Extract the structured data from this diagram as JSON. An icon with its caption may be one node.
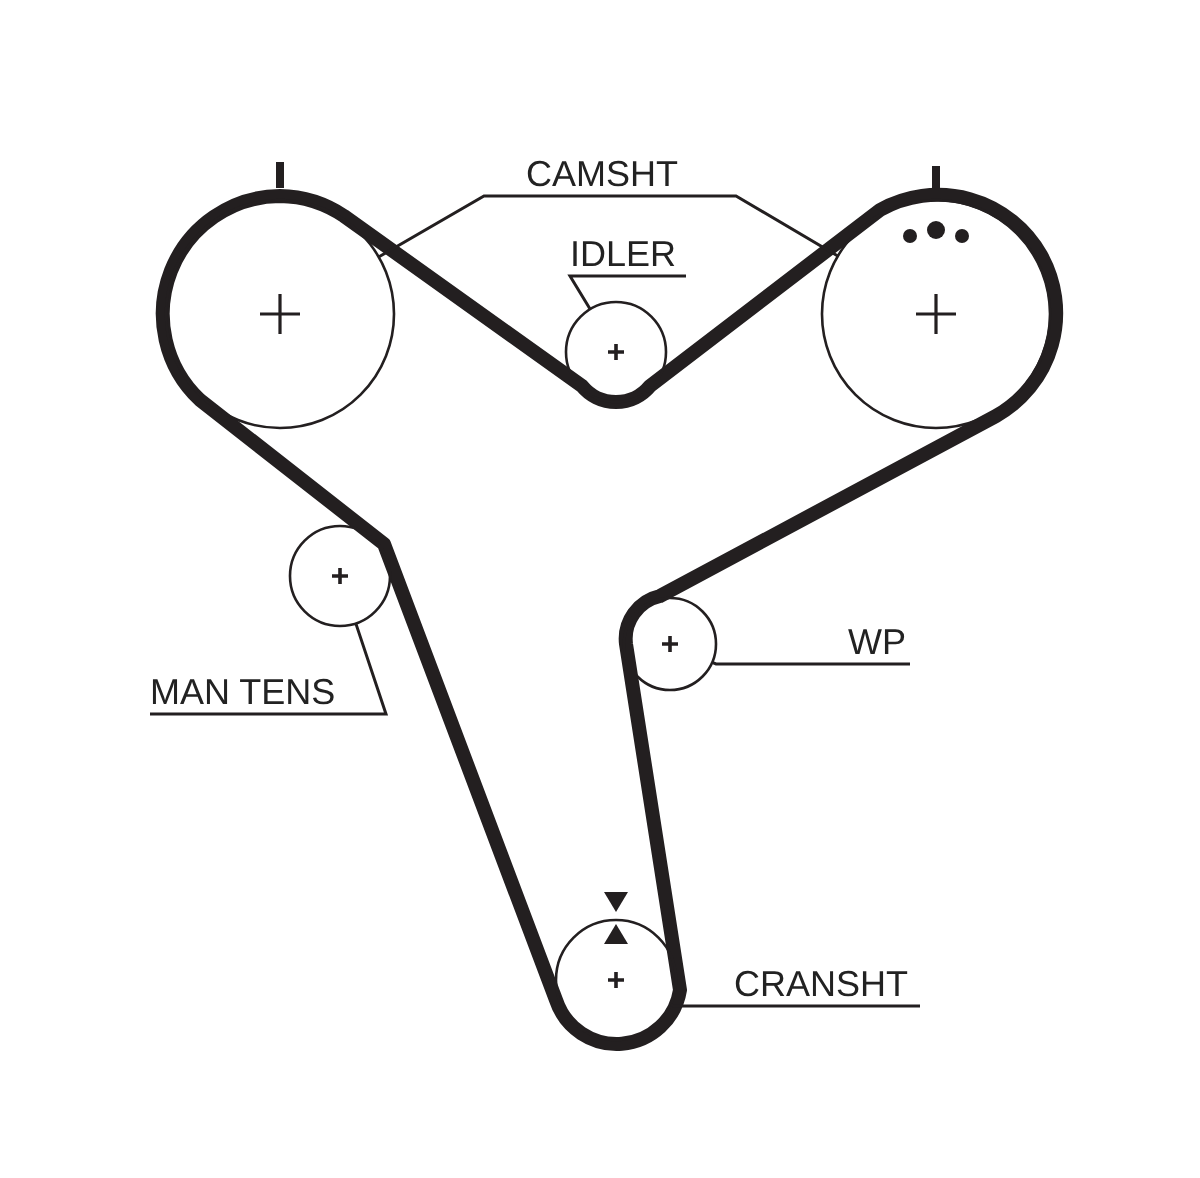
{
  "diagram": {
    "nodes": [
      {
        "text": [
          "CAMSHT"
        ]
      },
      {
        "text": [],
        "shape": "circle"
      },
      {
        "text": [
          "IDLER"
        ]
      },
      {
        "text": [],
        "shape": "circle"
      },
      {
        "text": [],
        "shape": "circle"
      },
      {
        "text": [
          "MAN TENS"
        ]
      },
      {
        "text": [],
        "shape": "circle"
      },
      {
        "text": [
          "WP"
        ]
      },
      {
        "text": [],
        "shape": "circle"
      },
      {
        "text": [],
        "shape": "circle"
      },
      {
        "text": [
          "CRANSHT"
        ]
      }
    ],
    "edges": [
      {
        "from": 0,
        "to": 1,
        "arrow": "none"
      },
      {
        "from": 0,
        "to": 4,
        "arrow": "none"
      },
      {
        "from": 2,
        "to": 3,
        "arrow": "none"
      },
      {
        "from": 5,
        "to": 6,
        "arrow": "none"
      },
      {
        "from": 7,
        "to": 8,
        "arrow": "none"
      },
      {
        "from": 10,
        "to": 9,
        "arrow": "none"
      }
    ]
  }
}
